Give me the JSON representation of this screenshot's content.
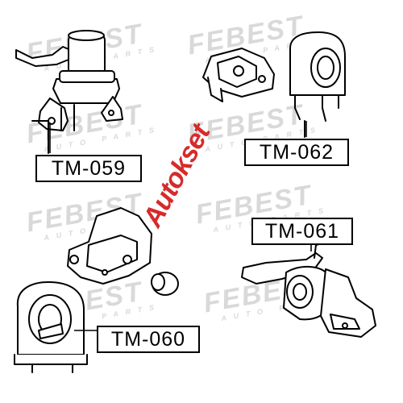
{
  "watermark": {
    "brand": "FEBEST",
    "tagline": "AUTO PARTS"
  },
  "parts": [
    {
      "code": "TM-059"
    },
    {
      "code": "TM-062"
    },
    {
      "code": "TM-061"
    },
    {
      "code": "TM-060"
    }
  ],
  "stamp": {
    "text": "Autokset",
    "color": "#d62b2b"
  },
  "colors": {
    "line": "#000000",
    "watermark": "#d9d9d9"
  }
}
